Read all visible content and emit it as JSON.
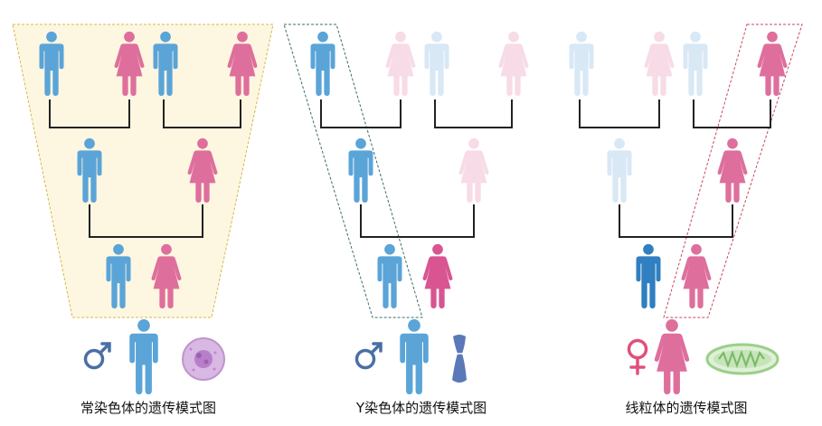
{
  "colors": {
    "male": "#5aa4d8",
    "female": "#de6f9c",
    "male_faded": "#d8e8f5",
    "female_faded": "#f7dbe6",
    "male_dark": "#2f7fc1",
    "female_dark": "#d85591",
    "line": "#222222",
    "highlight_fill": "#fdf6e1",
    "highlight_border": "#d8b84a",
    "y_border": "#3c6f6a",
    "mito_border": "#c84a5c",
    "symbol": "#4a6fa5",
    "female_symbol": "#e0507a"
  },
  "icons": [
    "mars-symbol-icon",
    "venus-symbol-icon",
    "cell-nucleus-icon",
    "y-chromosome-icon",
    "mitochondrion-icon",
    "person-male-icon",
    "person-female-icon"
  ],
  "panels": [
    {
      "id": "autosomal",
      "caption": "常染色体的遗传模式图",
      "active": [
        "m1",
        "f1",
        "m2",
        "f2",
        "m3",
        "f3",
        "m4",
        "f4"
      ],
      "dark": []
    },
    {
      "id": "y",
      "caption": "Y染色体的遗传模式图",
      "active": [
        "m1",
        "m3",
        "m4"
      ],
      "dark": [
        "f4"
      ]
    },
    {
      "id": "mito",
      "caption": "线粒体的遗传模式图",
      "active": [
        "f2",
        "f3",
        "f4"
      ],
      "dark": [
        "m4"
      ]
    }
  ]
}
